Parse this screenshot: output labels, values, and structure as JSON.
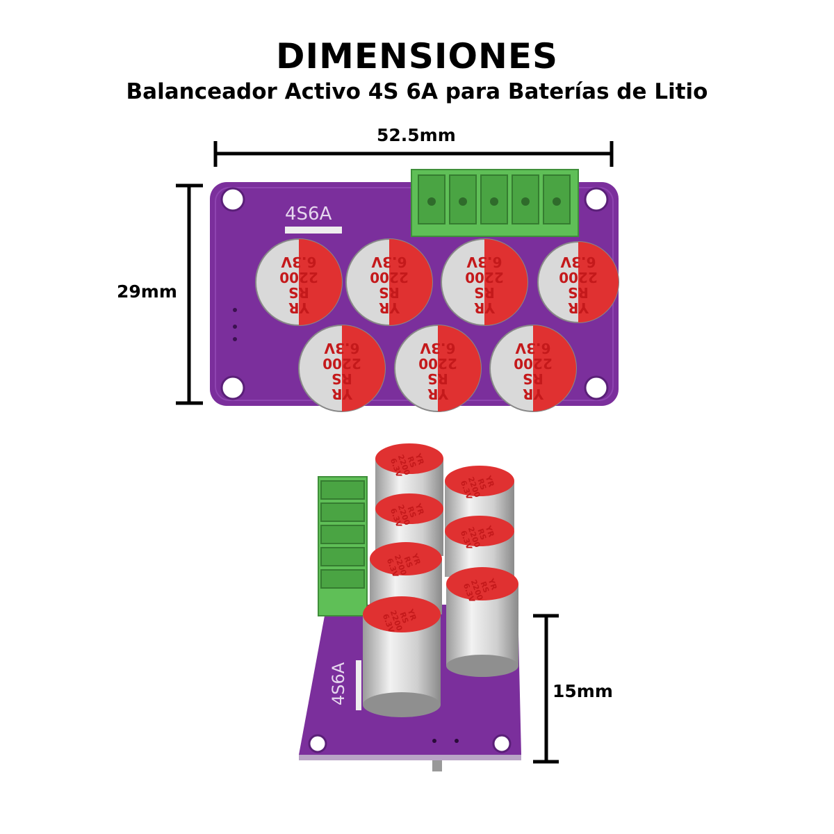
{
  "header": {
    "title": "DIMENSIONES",
    "subtitle": "Balanceador Activo 4S 6A para Baterías de Litio"
  },
  "dimensions": {
    "width": "52.5mm",
    "height": "29mm",
    "depth": "15mm"
  },
  "board": {
    "silkscreen": "4S6A",
    "capacitor_marking": [
      "YR",
      "RS",
      "2200",
      "6.3V"
    ]
  },
  "colors": {
    "pcb": "#7b2f9c",
    "terminal": "#5fbf57",
    "capacitor_top": "#e03131",
    "capacitor_body": "#d9d9d9"
  }
}
